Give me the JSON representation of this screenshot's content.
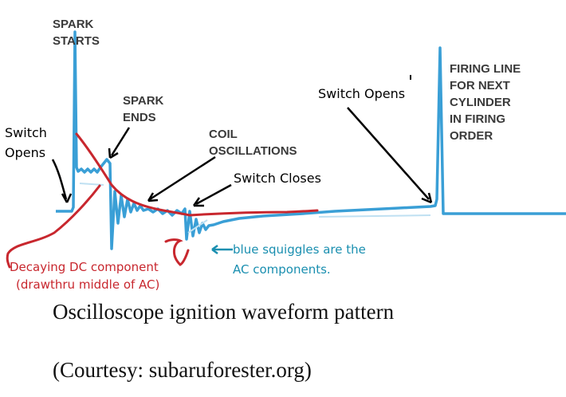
{
  "labels": {
    "spark_starts": [
      "SPARK",
      "STARTS"
    ],
    "spark_ends": [
      "SPARK",
      "ENDS"
    ],
    "coil_oscillations": [
      "COIL",
      "OSCILLATIONS"
    ],
    "firing_line": [
      "FIRING LINE",
      "FOR NEXT",
      "CYLINDER",
      "IN FIRING",
      "ORDER"
    ]
  },
  "annotations": {
    "switch_opens_left": [
      "Switch",
      "Opens"
    ],
    "switch_opens_right": "Switch Opens",
    "switch_closes": "Switch Closes",
    "decaying_dc": [
      "Decaying DC component",
      "(drawthru middle of AC)"
    ],
    "blue_squiggles": [
      "blue squiggles are the",
      "AC components."
    ]
  },
  "caption": {
    "title": "Oscilloscope ignition waveform pattern",
    "credit": "(Courtesy:  subaruforester.org)"
  },
  "colors": {
    "waveform": "#3a9fd6",
    "annotation_red": "#c8272e",
    "annotation_blue": "#1a8fb0",
    "label_gray": "#3a3a3a"
  }
}
